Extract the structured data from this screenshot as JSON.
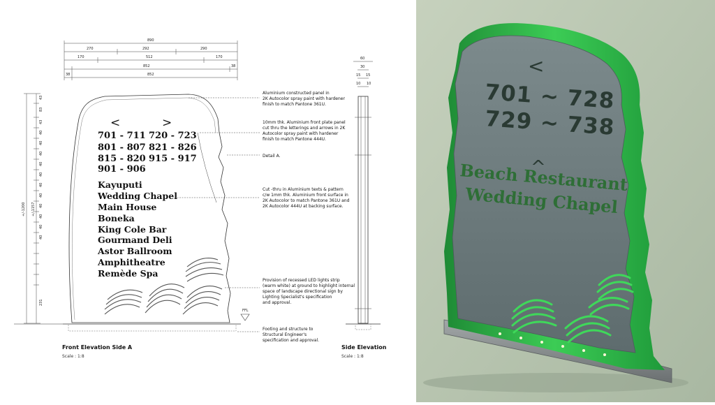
{
  "drawing": {
    "top_dims": [
      "890",
      "270",
      "292",
      "290",
      "170",
      "512",
      "170",
      "852",
      "38",
      "852",
      "38"
    ],
    "side_top_dims": [
      "60",
      "30",
      "15",
      "15",
      "10",
      "10"
    ],
    "left_dims": [
      "43",
      "83",
      "43",
      "40",
      "40",
      "40",
      "40",
      "40",
      "40",
      "40",
      "40",
      "40",
      "40",
      "40",
      "231"
    ],
    "left_total_dims": [
      "+/-1200",
      "+/-1157"
    ],
    "arrows": [
      "<",
      ">"
    ],
    "number_rows": [
      [
        "701 - 711",
        "720 - 723"
      ],
      [
        "801 - 807",
        "821 - 826"
      ],
      [
        "815 - 820",
        "915 - 917"
      ],
      [
        "901 - 906",
        ""
      ]
    ],
    "destinations": [
      "Kayuputi",
      "Wedding Chapel",
      "Main House",
      "Boneka",
      "King Cole Bar",
      "Gourmand Deli",
      "Astor Ballroom",
      "Amphitheatre",
      "Remède Spa"
    ],
    "ffl_label": "FFL",
    "notes": [
      [
        "Aluminium constructed panel in",
        "2K Autocolor spray paint with hardener",
        "finish to match Pantone 361U."
      ],
      [
        "10mm thk. Aluminium front plate panel",
        "cut thru the letterings and arrows in 2K",
        "Autocolor spray paint with hardener",
        "finish to match Pantone 444U."
      ],
      [
        "Detail A."
      ],
      [
        "Cut -thru in Aluminium texts & pattern",
        "c/w 1mm thk. Aluminium front surface in",
        "2K Autocolor to match Pantone 361U and",
        "2K Autocolor 444U at backing surface."
      ],
      [
        "Provision of recessed LED lights strip",
        "(warm white) at ground to highlight internal",
        "space of landscape directional sign by",
        "Lighting Specialist's specification",
        "and approval."
      ],
      [
        "Footing and structure to",
        "Structural Engineer's",
        "specification and approval."
      ]
    ],
    "front_title": "Front Elevation Side A",
    "front_scale": "Scale : 1:8",
    "side_title": "Side Elevation",
    "side_scale": "Scale : 1:8"
  },
  "render": {
    "arrow_left": "<",
    "numbers": [
      "701 ~ 728",
      "729 ~ 738"
    ],
    "arrow_up": "^",
    "destinations": [
      "Beach Restaurant",
      "Wedding Chapel"
    ],
    "colors": {
      "background": "#b9c6b0",
      "panel": "#6c7a7d",
      "frame": "#2fb84a",
      "base": "#8a8f90"
    }
  }
}
